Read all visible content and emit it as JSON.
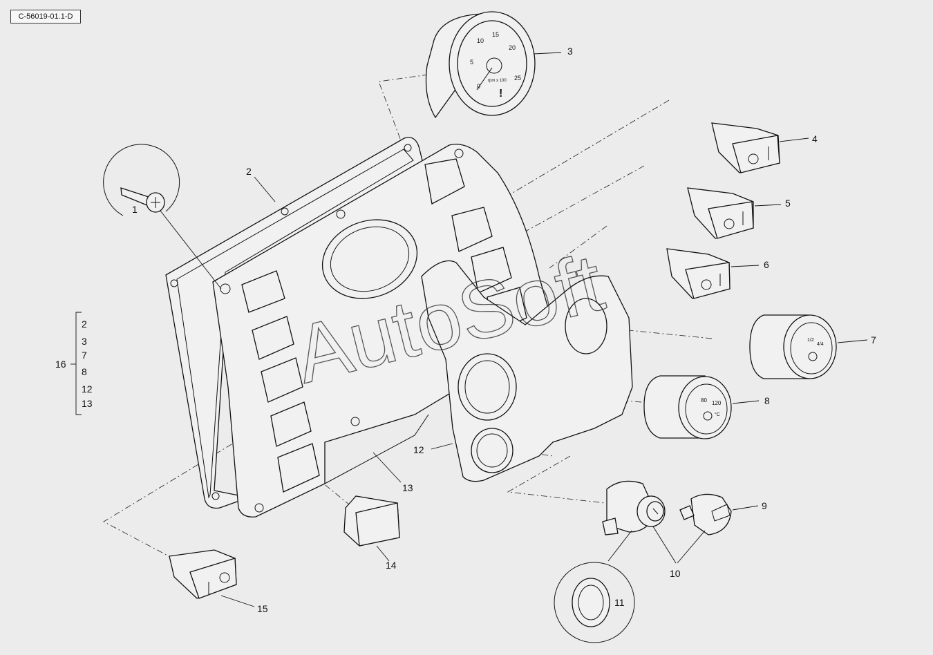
{
  "reference_code": "C-56019-01.1-D",
  "watermark": "AutoSoft",
  "gauges": {
    "tacho_ticks": [
      "0",
      "5",
      "10",
      "15",
      "20",
      "25"
    ],
    "tacho_unit": "rpm x 100",
    "fuel_ticks": [
      "1/2",
      "4/4"
    ],
    "temp_ticks": [
      "80",
      "120"
    ],
    "temp_unit": "°C"
  },
  "callouts": {
    "c1": "1",
    "c2": "2",
    "c3": "3",
    "c4": "4",
    "c5": "5",
    "c6": "6",
    "c7": "7",
    "c8": "8",
    "c9": "9",
    "c10": "10",
    "c11": "11",
    "c12": "12",
    "c13": "13",
    "c14": "14",
    "c15": "15",
    "c16": "16"
  },
  "kit_group": {
    "label": "16",
    "items": [
      "2",
      "3",
      "7",
      "8",
      "12",
      "13"
    ]
  }
}
